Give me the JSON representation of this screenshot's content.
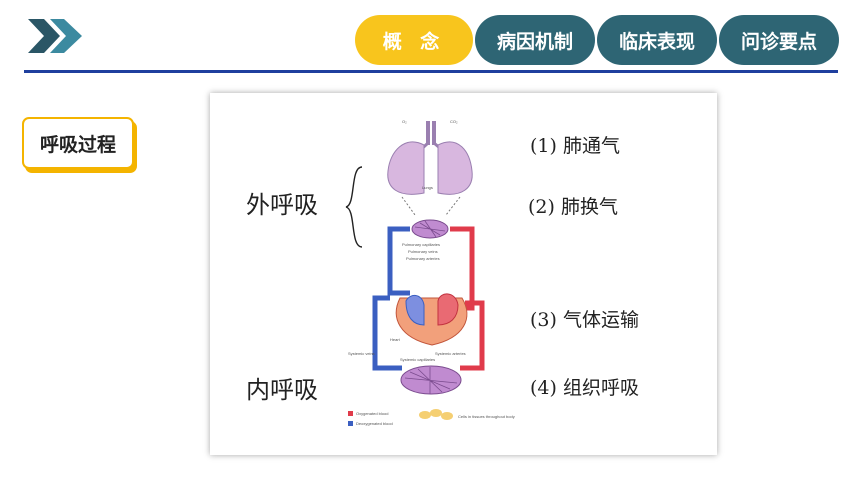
{
  "header": {
    "tabs": [
      {
        "label": "概 念",
        "active": true
      },
      {
        "label": "病因机制",
        "active": false
      },
      {
        "label": "临床表现",
        "active": false
      },
      {
        "label": "问诊要点",
        "active": false
      }
    ],
    "accent": "#f8c51d",
    "tab_color": "#2e6574",
    "line_color": "#1f3f9e"
  },
  "section_tag": "呼吸过程",
  "figure": {
    "external_label": "外呼吸",
    "internal_label": "内呼吸",
    "steps": [
      "(1) 肺通气",
      "(2) 肺换气",
      "(3) 气体运输",
      "(4) 组织呼吸"
    ],
    "diagram_labels": {
      "lungs": "Lungs",
      "pulmonary_capillaries": "Pulmonary capillaries",
      "pulmonary_veins": "Pulmonary veins",
      "pulmonary_arteries": "Pulmonary arteries",
      "heart": "Heart",
      "systemic_veins": "Systemic veins",
      "systemic_arteries": "Systemic arteries",
      "systemic_capillaries": "Systemic capillaries",
      "cells": "Cells in tissues throughout body",
      "oxygenated": "Oxygenated blood",
      "deoxygenated": "Deoxygenated blood",
      "o2": "O₂",
      "co2": "CO₂"
    }
  }
}
